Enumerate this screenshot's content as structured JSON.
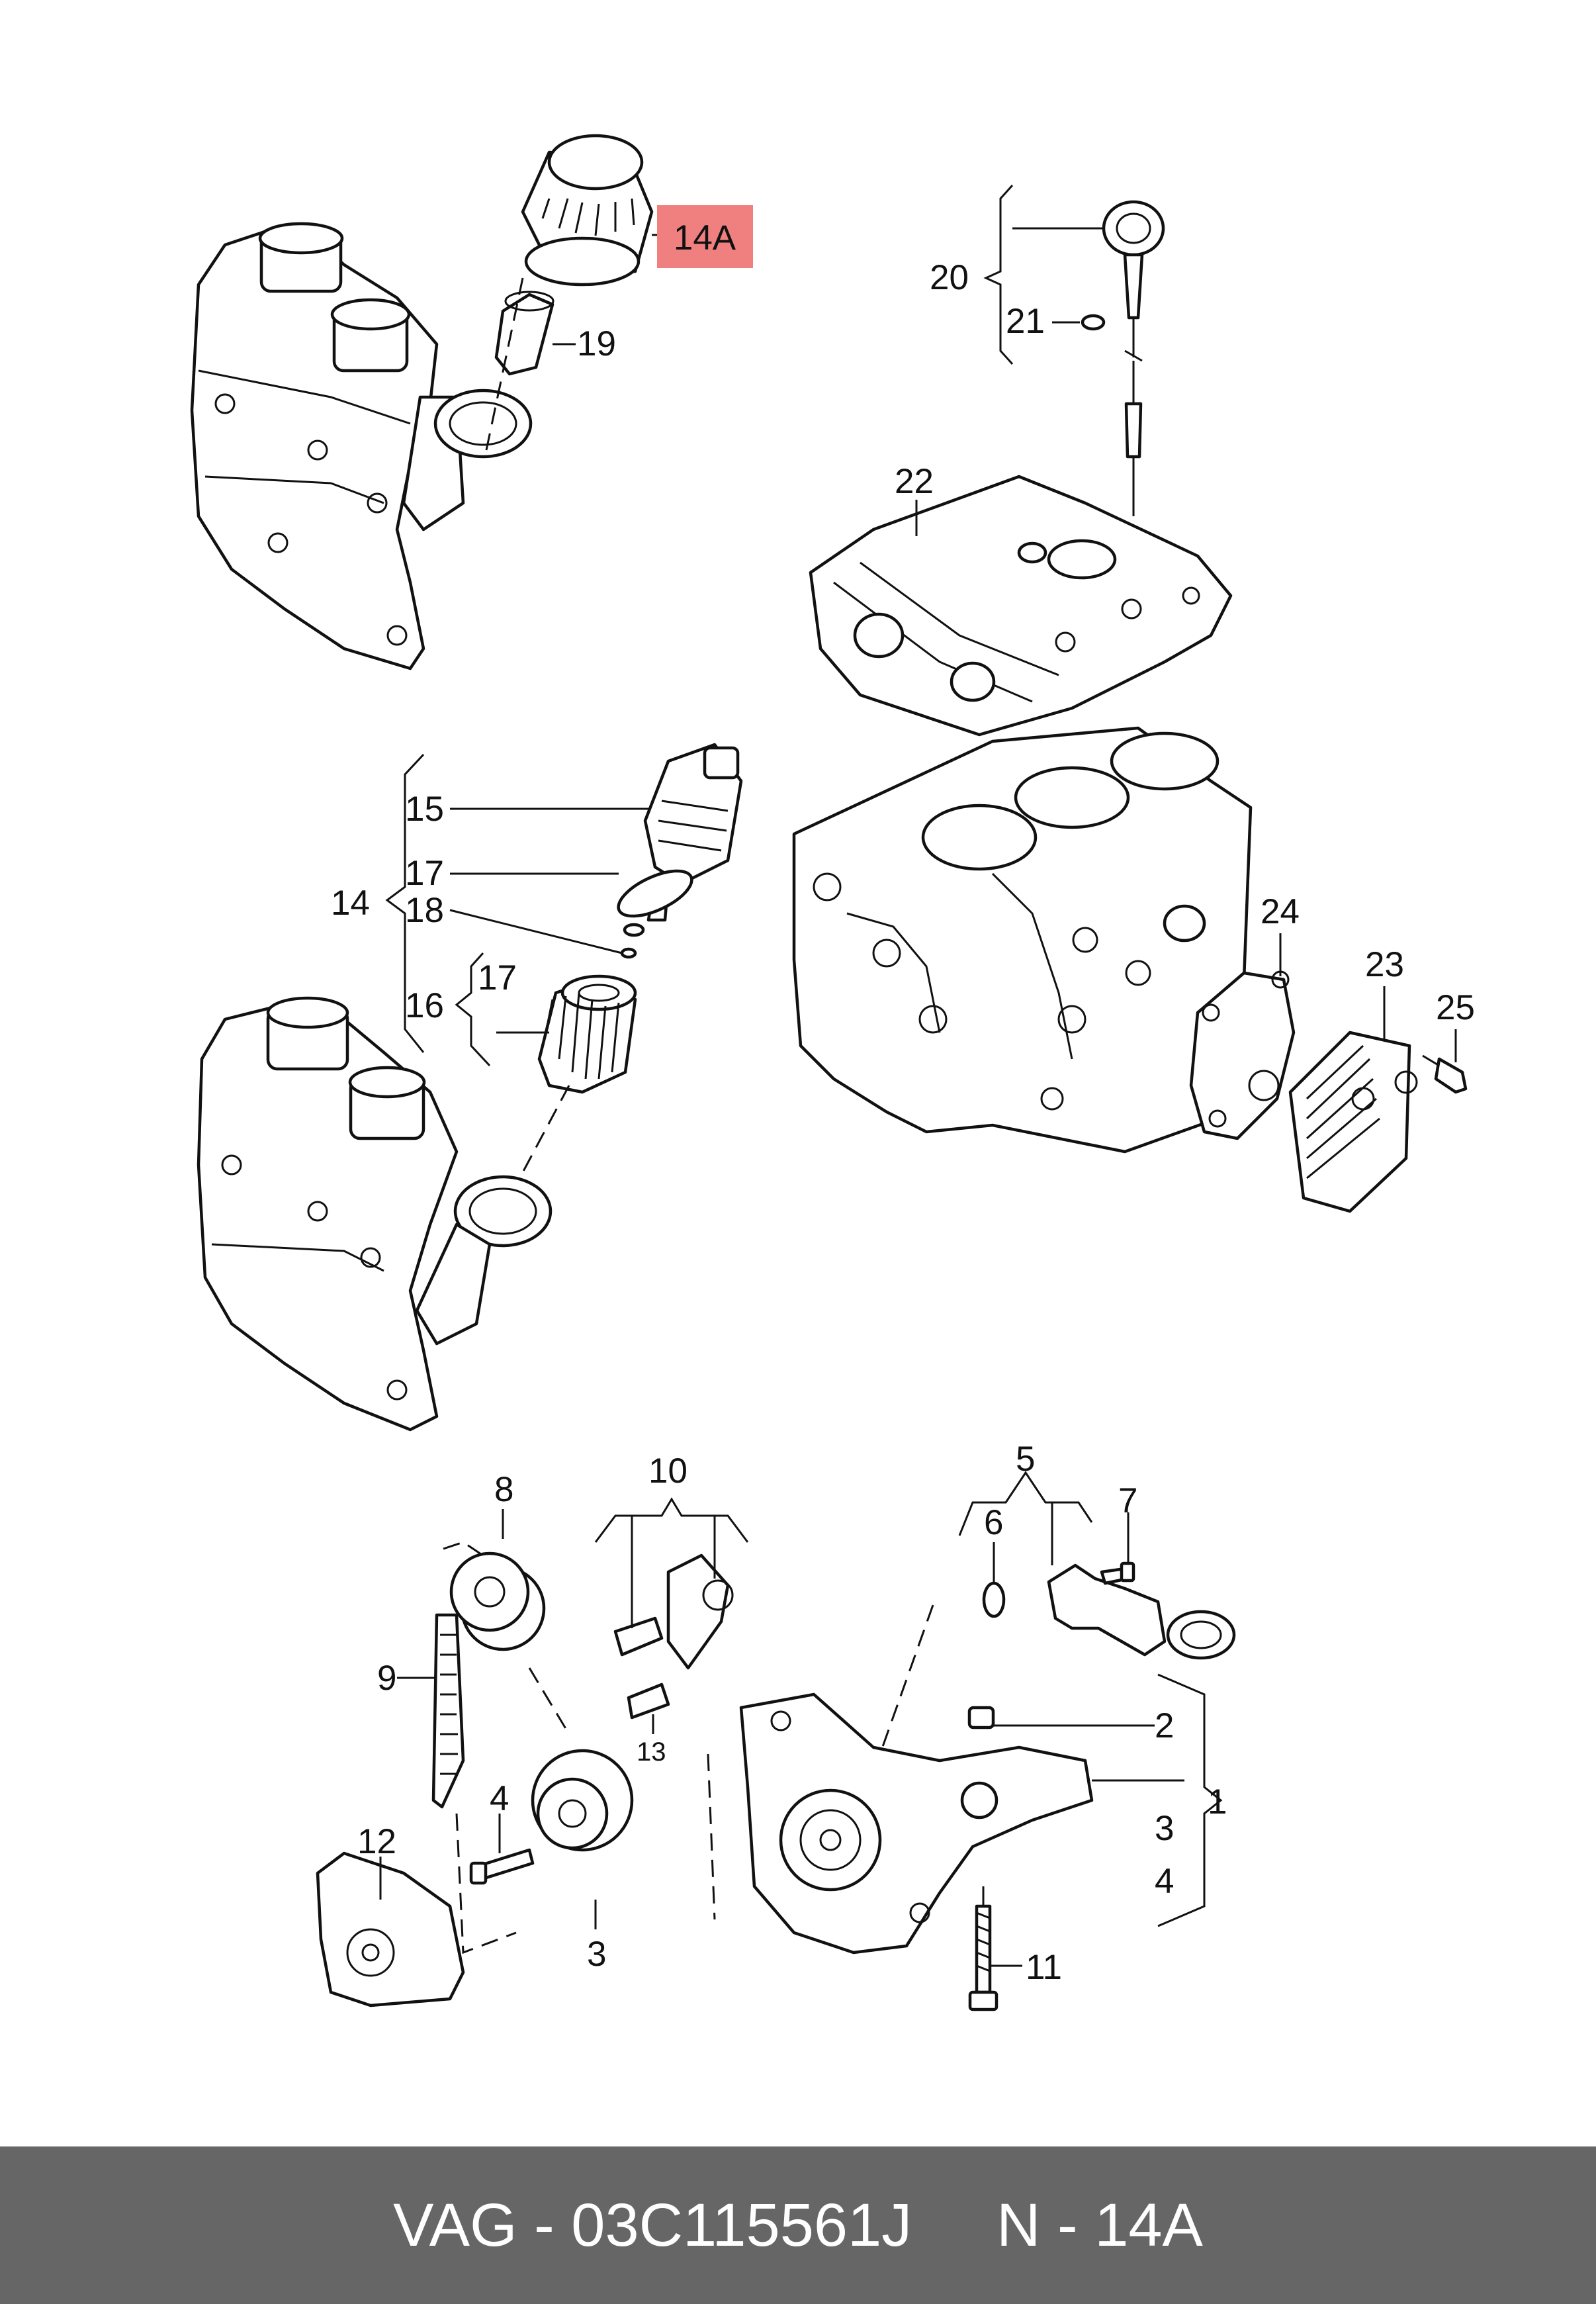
{
  "callouts": {
    "c14A": "14A",
    "c19": "19",
    "c20": "20",
    "c21": "21",
    "c22": "22",
    "c15": "15",
    "c17a": "17",
    "c18": "18",
    "c14": "14",
    "c16": "16",
    "c17b": "17",
    "c24": "24",
    "c23": "23",
    "c25": "25",
    "c10": "10",
    "c8": "8",
    "c5": "5",
    "c6": "6",
    "c7": "7",
    "c9": "9",
    "c13": "13",
    "c2": "2",
    "c1": "1",
    "c3a": "3",
    "c4a": "4",
    "c12": "12",
    "c4": "4",
    "c3": "3",
    "c11": "11"
  },
  "highlight_color": "#f08080",
  "footer": {
    "text": "VAG - 03C115561J     N - 14A",
    "background": "#666666"
  }
}
